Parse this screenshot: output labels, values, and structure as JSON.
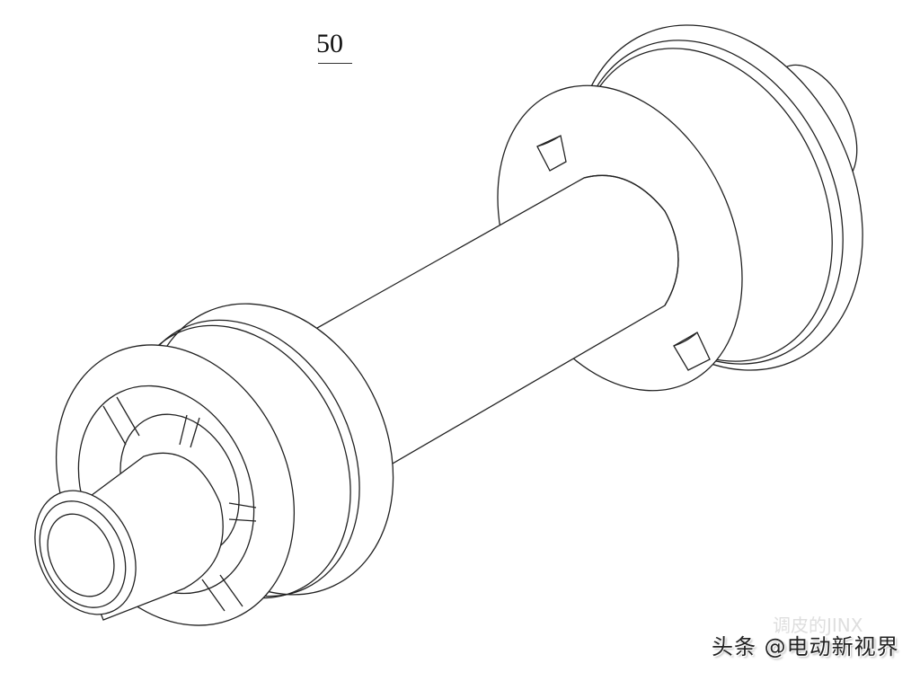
{
  "figure": {
    "reference_numeral": "50",
    "description": "Isometric line drawing of a shaft assembly with two flanged end hubs",
    "line_color": "#222222",
    "background": "#ffffff"
  },
  "watermark": {
    "text": "头条 @电动新视界",
    "faint_text": "调皮的JINX"
  }
}
